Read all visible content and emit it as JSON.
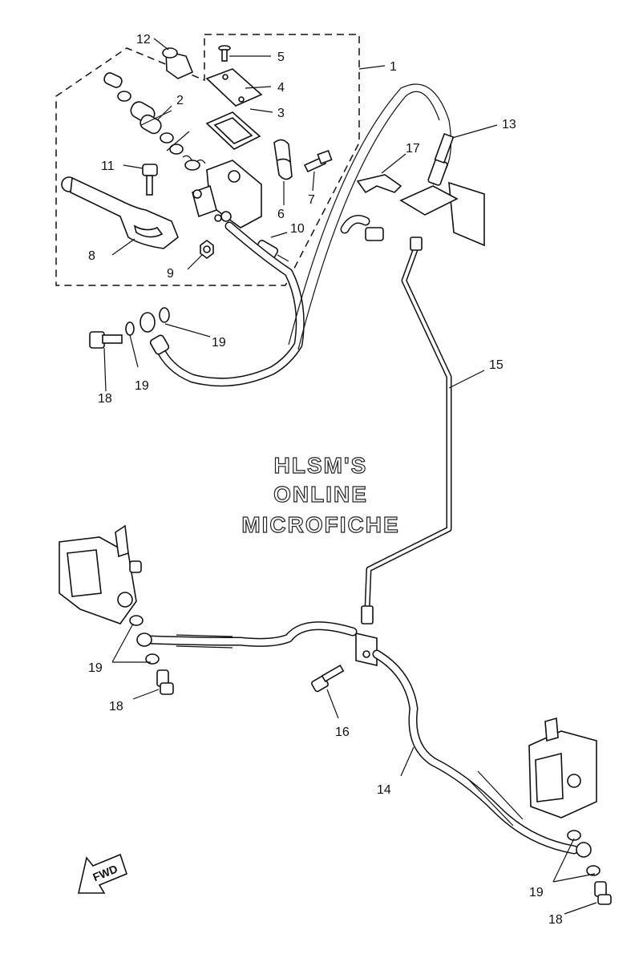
{
  "callouts": {
    "c1": "1",
    "c2": "2",
    "c3": "3",
    "c4": "4",
    "c5": "5",
    "c6": "6",
    "c7": "7",
    "c8": "8",
    "c9": "9",
    "c10": "10",
    "c11": "11",
    "c12": "12",
    "c13": "13",
    "c14": "14",
    "c15": "15",
    "c16": "16",
    "c17": "17",
    "c18a": "18",
    "c18b": "18",
    "c18c": "18",
    "c19a": "19",
    "c19b": "19",
    "c19c": "19",
    "c19d": "19"
  },
  "watermark": {
    "line1": "HLSM'S",
    "line2": "ONLINE",
    "line3": "MICROFICHE"
  },
  "fwd_label": "FWD"
}
